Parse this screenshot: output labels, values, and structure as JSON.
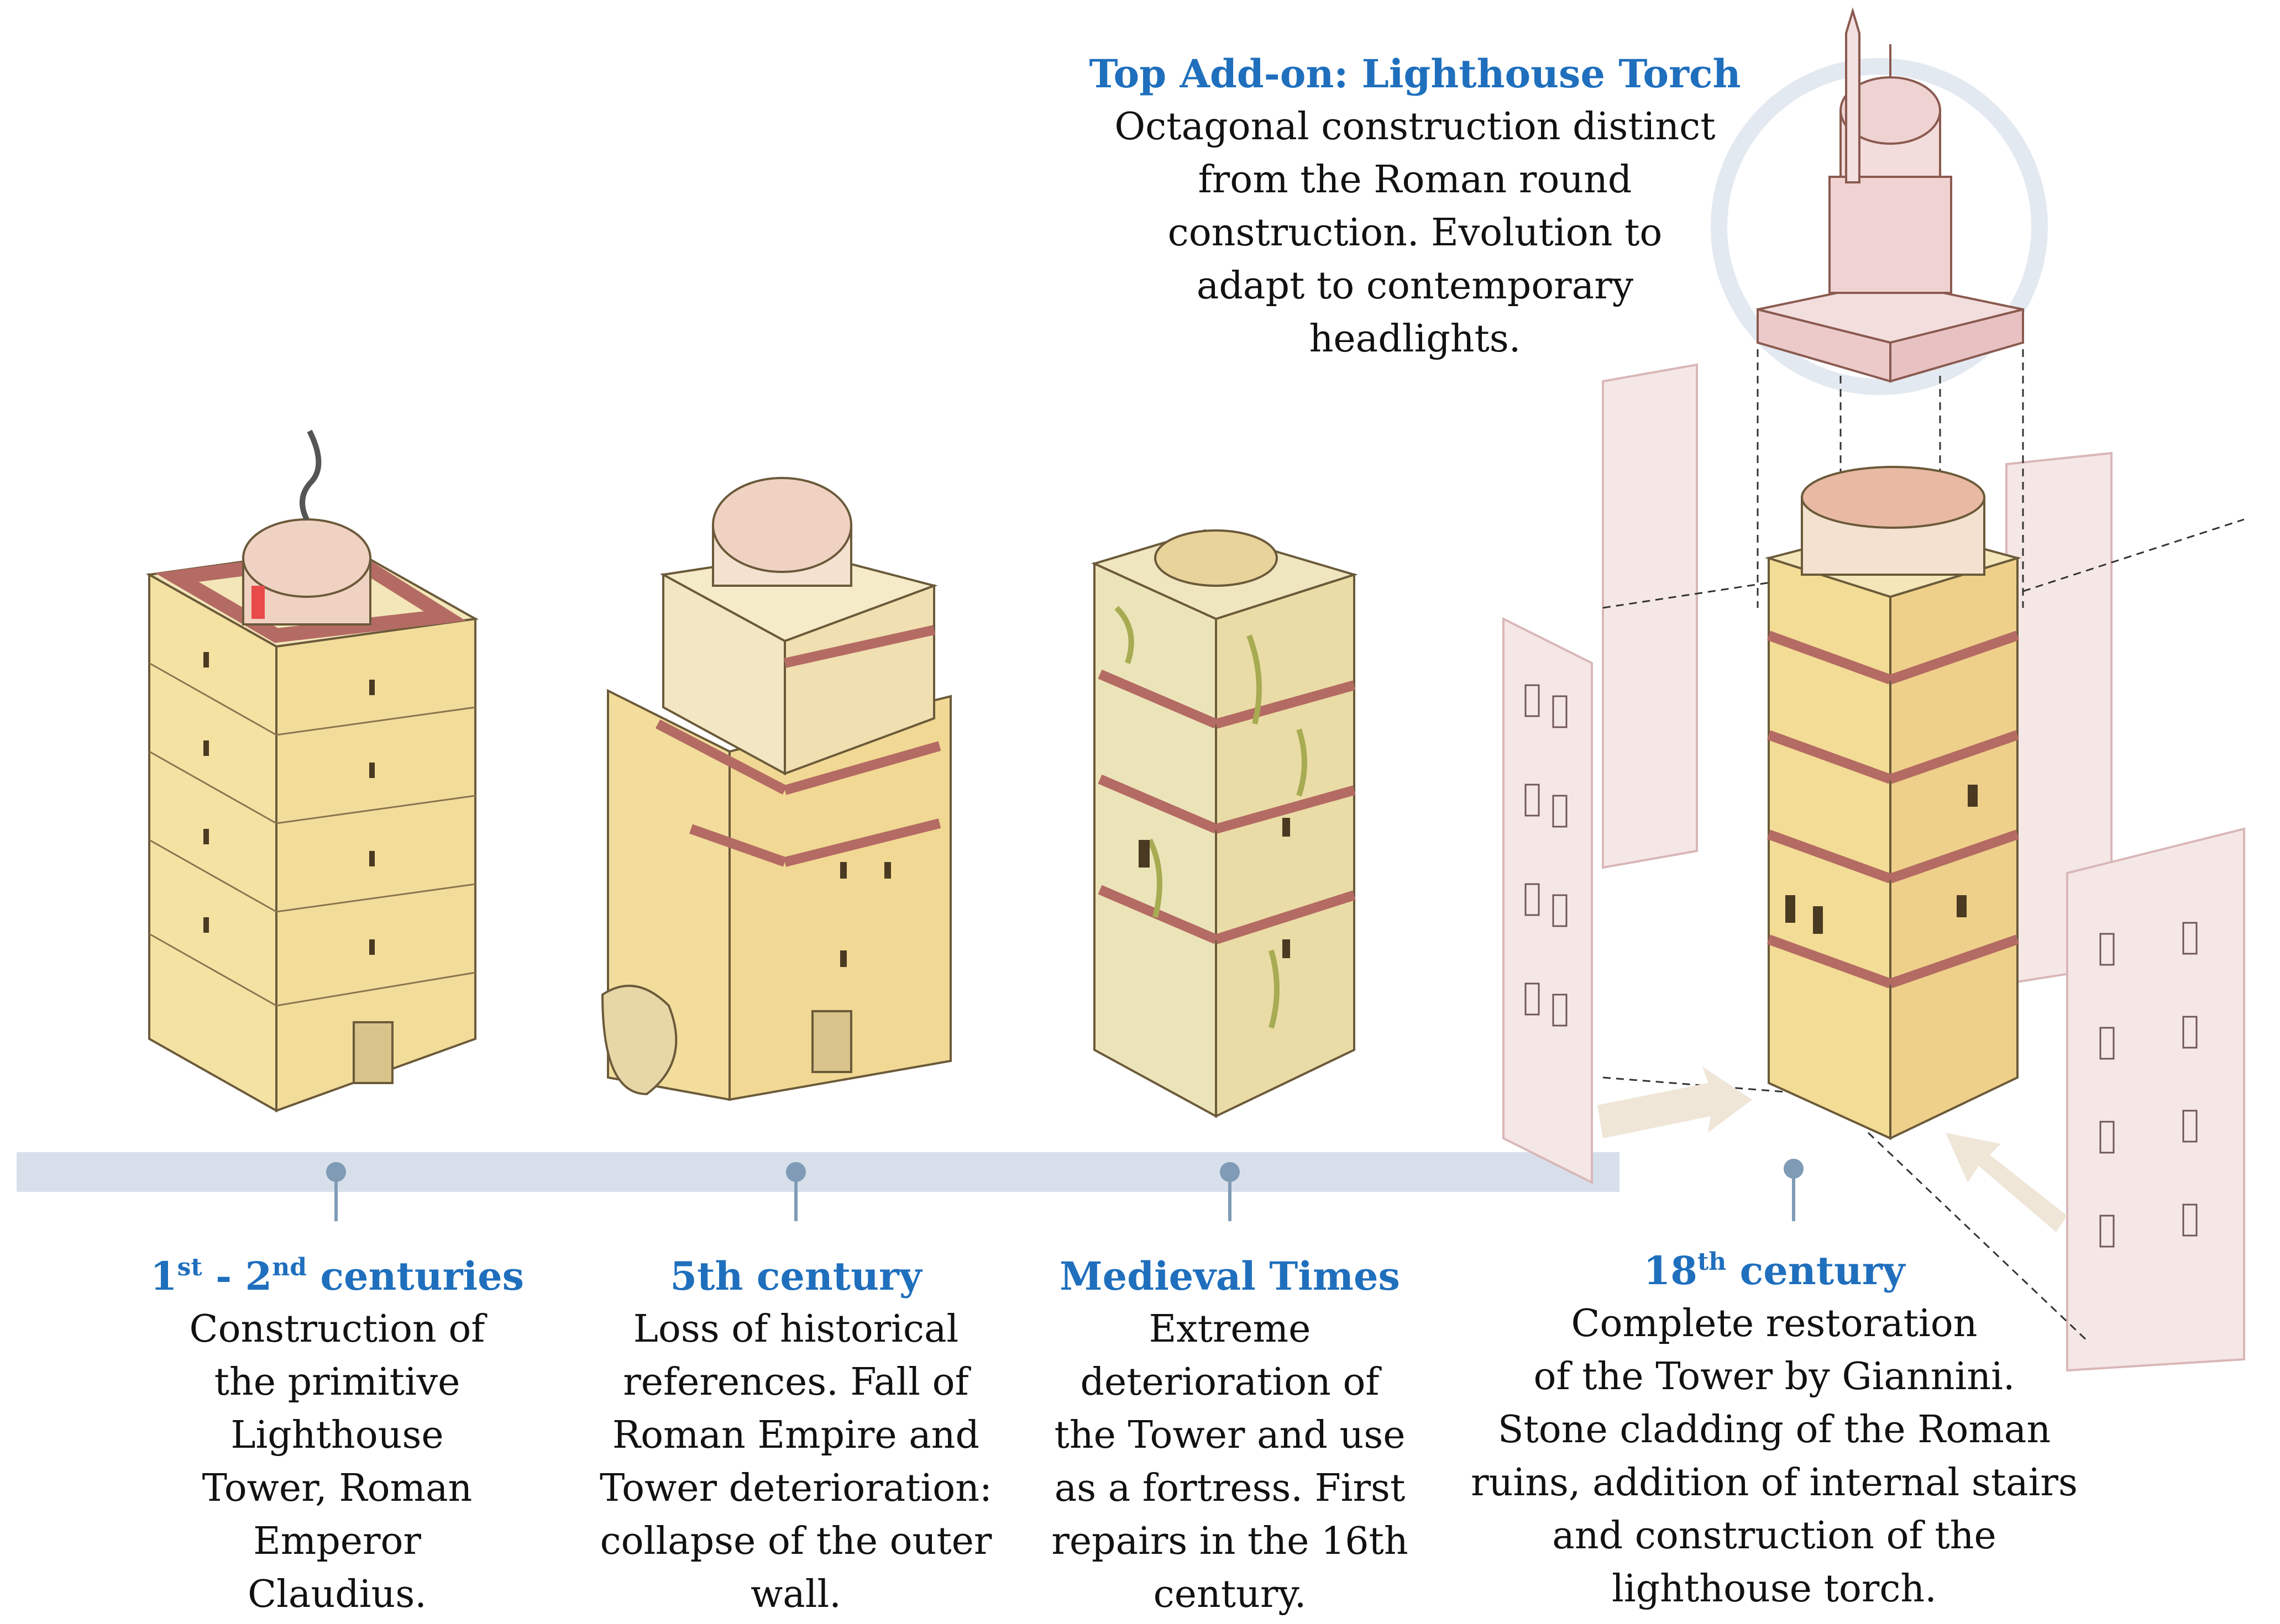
{
  "colors": {
    "timeline": "#d7e0ea",
    "marker": "#7f9bb5",
    "title_blue": "#1f6fbd",
    "sandstone": "#f4e2a3",
    "sandstone_dark": "#e6cc7e",
    "dome": "#f0d2c3",
    "brick": "#b46b63",
    "moss": "#a7ab52",
    "ghost_wall": "#f6e7e7",
    "arrow": "#efe6d8"
  },
  "top_addon": {
    "title": "Top Add-on: Lighthouse Torch",
    "description": "Octagonal construction distinct\nfrom the Roman round\nconstruction. Evolution to\nadapt to contemporary\nheadlights."
  },
  "stages": [
    {
      "title_parts": [
        "1",
        "st",
        " - 2",
        "nd",
        " centuries"
      ],
      "description": "Construction of\nthe primitive\nLighthouse\nTower, Roman\nEmperor\nClaudius."
    },
    {
      "title": "5th century",
      "description": "Loss of historical\nreferences. Fall of\nRoman Empire  and\nTower deterioration:\ncollapse of the outer\nwall."
    },
    {
      "title": "Medieval Times",
      "description": "Extreme\ndeterioration of\nthe Tower and use\nas a fortress. First\nrepairs in the 16th\ncentury."
    },
    {
      "title_parts": [
        "18",
        "th",
        " century"
      ],
      "description": "Complete restoration\nof the Tower by Giannini.\nStone cladding of the Roman\nruins, addition of internal stairs\nand construction of the\nlighthouse torch."
    }
  ]
}
